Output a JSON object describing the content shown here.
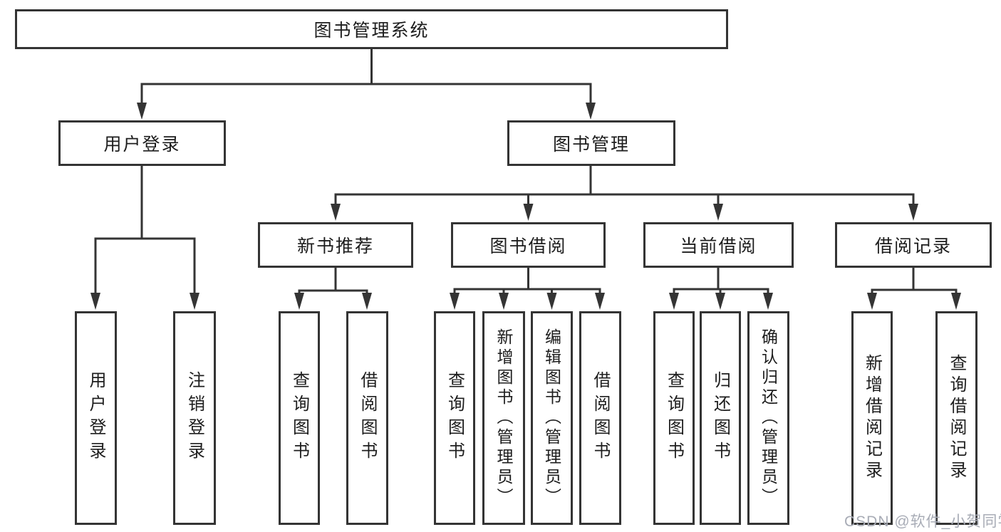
{
  "tree": {
    "root": {
      "label": "图书管理系统"
    },
    "user_login": {
      "label": "用户登录",
      "children": [
        {
          "label": "用户登录"
        },
        {
          "label": "注销登录"
        }
      ]
    },
    "book_management": {
      "label": "图书管理",
      "modules": [
        {
          "label": "新书推荐",
          "children": [
            {
              "label": "查询图书"
            },
            {
              "label": "借阅图书"
            }
          ]
        },
        {
          "label": "图书借阅",
          "children": [
            {
              "label": "查询图书"
            },
            {
              "label": "新增图书（管理员）"
            },
            {
              "label": "编辑图书（管理员）"
            },
            {
              "label": "借阅图书"
            }
          ]
        },
        {
          "label": "当前借阅",
          "children": [
            {
              "label": "查询图书"
            },
            {
              "label": "归还图书"
            },
            {
              "label": "确认归还（管理员）"
            }
          ]
        },
        {
          "label": "借阅记录",
          "children": [
            {
              "label": "新增借阅记录"
            },
            {
              "label": "查询借阅记录"
            }
          ]
        }
      ]
    }
  },
  "watermark": {
    "text": "CSDN @软件_小贺同学"
  },
  "colors": {
    "line": "#343434",
    "box_border": "#343434",
    "text": "#1d1d1d",
    "watermark": "#a8acb6",
    "background": "#ffffff"
  }
}
